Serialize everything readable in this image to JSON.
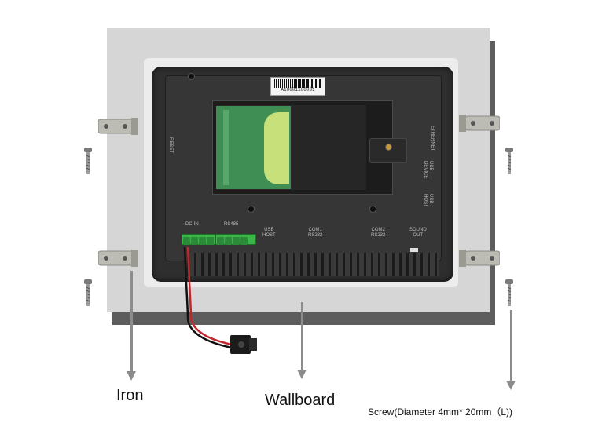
{
  "labels": {
    "iron": "Iron",
    "wallboard": "Wallboard",
    "screw": "Screw(Diameter 4mm* 20mm（L))"
  },
  "panel": {
    "serial": "A10001100031",
    "ports": {
      "dc": "DC-IN",
      "rs485": "RS485",
      "usb_host": "USB\nHOST",
      "com1": "COM1\nRS232",
      "com2": "COM2\nRS232",
      "sound": "SOUND\nOUT",
      "reset": "RESET",
      "ethernet": "ETHERNET",
      "usb_device": "USB\nDEVICE",
      "usb_host_side": "USB\nHOST"
    }
  },
  "colors": {
    "wallboard": "#d6d6d6",
    "panel": "#2e2e2e",
    "terminal": "#3cb54a",
    "arrow": "#8c8c8c"
  }
}
